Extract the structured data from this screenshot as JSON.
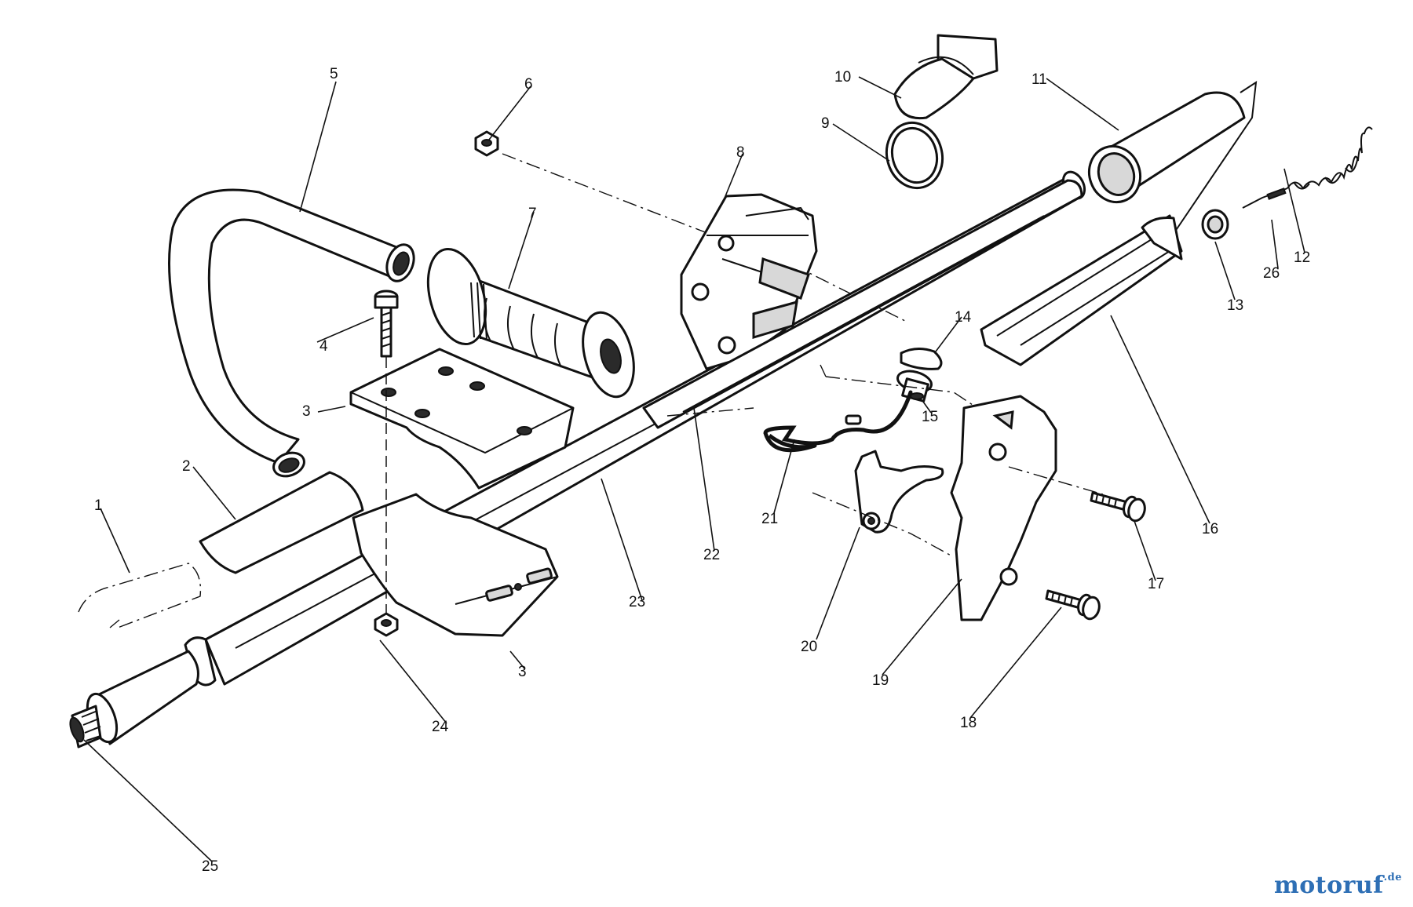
{
  "diagram": {
    "callouts": {
      "c1": "1",
      "c2": "2",
      "c3a": "3",
      "c3b": "3",
      "c4": "4",
      "c5": "5",
      "c6": "6",
      "c7": "7",
      "c8": "8",
      "c9": "9",
      "c10": "10",
      "c11": "11",
      "c12": "12",
      "c13": "13",
      "c14": "14",
      "c15": "15",
      "c16": "16",
      "c17": "17",
      "c18": "18",
      "c19": "19",
      "c20": "20",
      "c21": "21",
      "c22": "22",
      "c23": "23",
      "c24": "24",
      "c25": "25",
      "c26": "26"
    }
  },
  "watermark": {
    "name": "motoruf",
    "suffix": ".de"
  }
}
